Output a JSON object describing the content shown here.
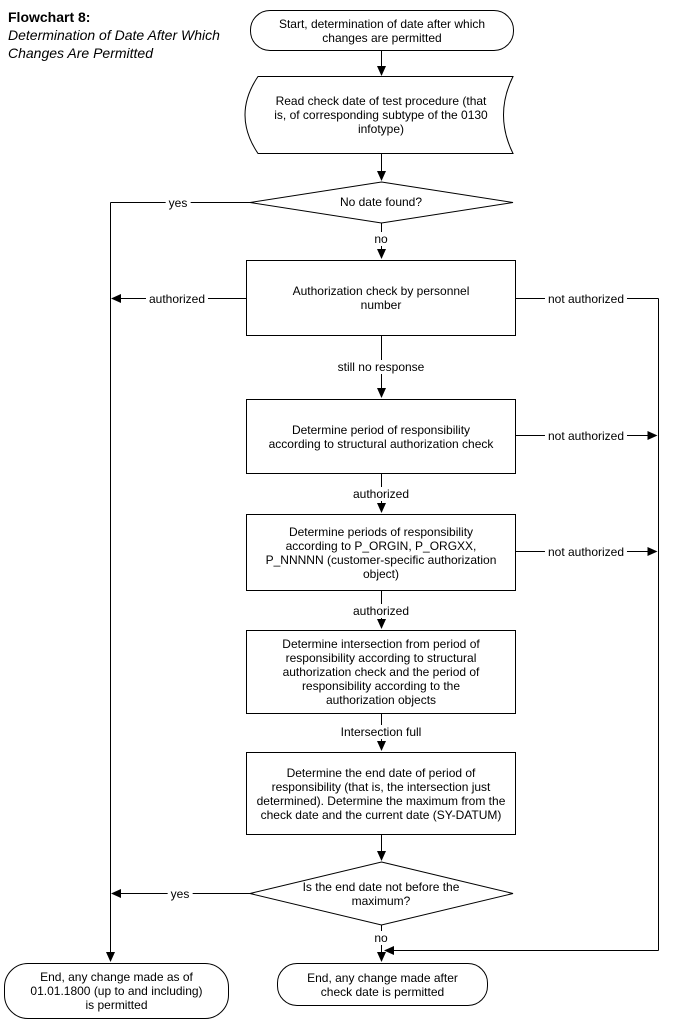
{
  "title": {
    "heading": "Flowchart 8:",
    "subtitle": "Determination of Date After Which\nChanges Are Permitted"
  },
  "nodes": {
    "start": {
      "type": "terminator",
      "text": "Start, determination of date after which\nchanges are permitted"
    },
    "read_check_date": {
      "type": "stored-data",
      "text": "Read check date of test procedure (that\nis, of corresponding subtype of the 0130\ninfotype)"
    },
    "no_date_found": {
      "type": "decision",
      "text": "No date found?"
    },
    "authorization_check": {
      "type": "process",
      "text": "Authorization check by personnel\nnumber"
    },
    "determine_period": {
      "type": "process",
      "text": "Determine period of responsibility\naccording to structural authorization check"
    },
    "determine_periods_objects": {
      "type": "process",
      "text": "Determine periods of responsibility\naccording to P_ORGIN, P_ORGXX,\nP_NNNNN (customer-specific authorization\nobject)"
    },
    "determine_intersection": {
      "type": "process",
      "text": "Determine intersection from period of\nresponsibility according to structural\nauthorization check and the period of\nresponsibility according to the\nauthorization objects"
    },
    "determine_end_date": {
      "type": "process",
      "text": "Determine the end date of period of\nresponsibility (that is, the intersection just\ndetermined). Determine the maximum from the\ncheck date and the current date (SY-DATUM)"
    },
    "end_date_decision": {
      "type": "decision",
      "text": "Is the end date not before the\nmaximum?"
    },
    "end_1800": {
      "type": "terminator",
      "text": "End, any change made as of\n01.01.1800 (up to and including)\nis permitted"
    },
    "end_after_check_date": {
      "type": "terminator",
      "text": "End, any change made after\ncheck date is permitted"
    }
  },
  "edge_labels": {
    "yes_top": "yes",
    "no_top": "no",
    "authorized_left": "authorized",
    "not_authorized_1": "not authorized",
    "still_no_response": "still no response",
    "not_authorized_2": "not authorized",
    "authorized_2": "authorized",
    "not_authorized_3": "not authorized",
    "authorized_3": "authorized",
    "intersection_full": "Intersection full",
    "yes_bottom": "yes",
    "no_bottom": "no"
  },
  "colors": {
    "line": "#000000",
    "shape_fill": "#ffffff",
    "text": "#000000",
    "background": "#ffffff"
  }
}
